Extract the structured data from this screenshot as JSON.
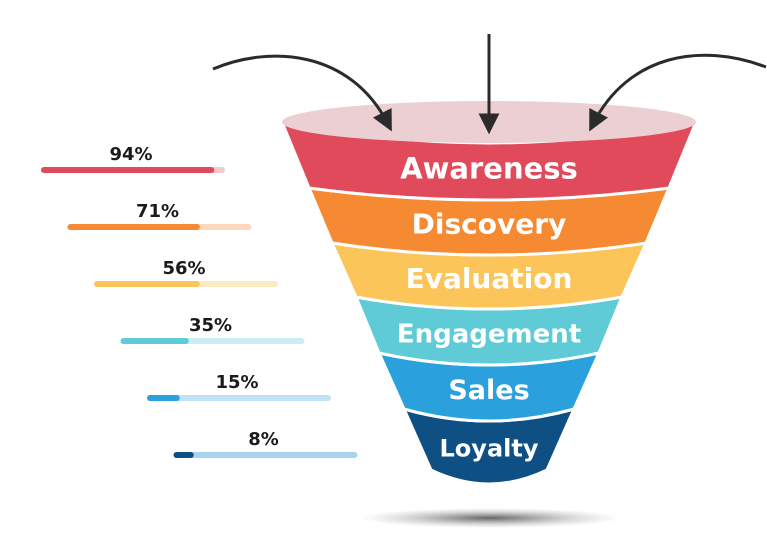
{
  "funnel": {
    "stages": [
      {
        "label": "Awareness",
        "percent": "94%",
        "value": 94,
        "color": "#e04a5a",
        "track": "#f5c9cf"
      },
      {
        "label": "Discovery",
        "percent": "71%",
        "value": 71,
        "color": "#f58a32",
        "track": "#fcd9bf"
      },
      {
        "label": "Evaluation",
        "percent": "56%",
        "value": 56,
        "color": "#fcc55a",
        "track": "#fde9c2"
      },
      {
        "label": "Engagement",
        "percent": "35%",
        "value": 35,
        "color": "#5ecbd6",
        "track": "#cdeef1"
      },
      {
        "label": "Sales",
        "percent": "15%",
        "value": 15,
        "color": "#2aa1dc",
        "track": "#bfe2f4"
      },
      {
        "label": "Loyalty",
        "percent": "8%",
        "value": 8,
        "color": "#0e4f84",
        "track": "#a9d3ef"
      }
    ],
    "rim_color": "#eccfd3",
    "arrow_color": "#2b2b2b",
    "shadow_color": "#333333"
  }
}
